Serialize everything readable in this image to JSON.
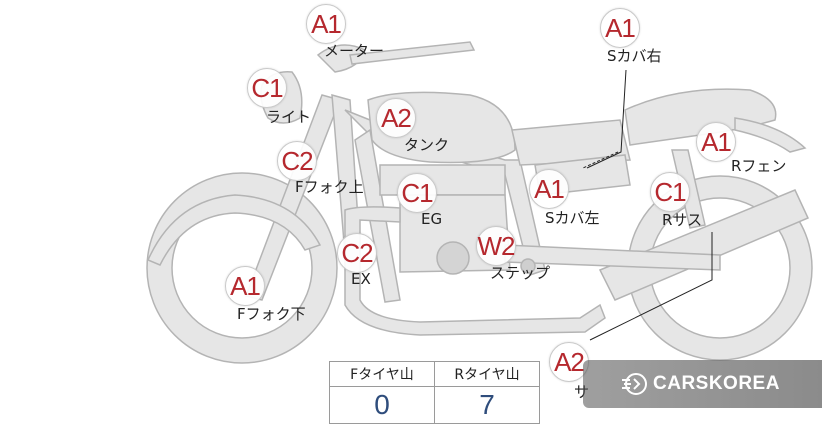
{
  "parts": [
    {
      "id": "meter",
      "grade": "A1",
      "label": "メーター"
    },
    {
      "id": "light",
      "grade": "C1",
      "label": "ライト"
    },
    {
      "id": "tank",
      "grade": "A2",
      "label": "タンク"
    },
    {
      "id": "ffork-upper",
      "grade": "C2",
      "label": "Fフォク上"
    },
    {
      "id": "eg",
      "grade": "C1",
      "label": "EG"
    },
    {
      "id": "ex",
      "grade": "C2",
      "label": "EX"
    },
    {
      "id": "ffork-lower",
      "grade": "A1",
      "label": "Fフォク下"
    },
    {
      "id": "step",
      "grade": "W2",
      "label": "ステップ"
    },
    {
      "id": "scover-left",
      "grade": "A1",
      "label": "Sカバ左"
    },
    {
      "id": "scover-right",
      "grade": "A1",
      "label": "Sカバ右"
    },
    {
      "id": "rfender",
      "grade": "A1",
      "label": "Rフェン"
    },
    {
      "id": "rsus",
      "grade": "C1",
      "label": "Rサス"
    },
    {
      "id": "muffler",
      "grade": "A2",
      "label": "サ"
    }
  ],
  "tread_table": {
    "front_header": "Fタイヤ山",
    "rear_header": "Rタイヤ山",
    "front_value": "0",
    "rear_value": "7"
  },
  "watermark": {
    "text": "CARSKOREA",
    "icon": "carskorea-logo-icon"
  }
}
